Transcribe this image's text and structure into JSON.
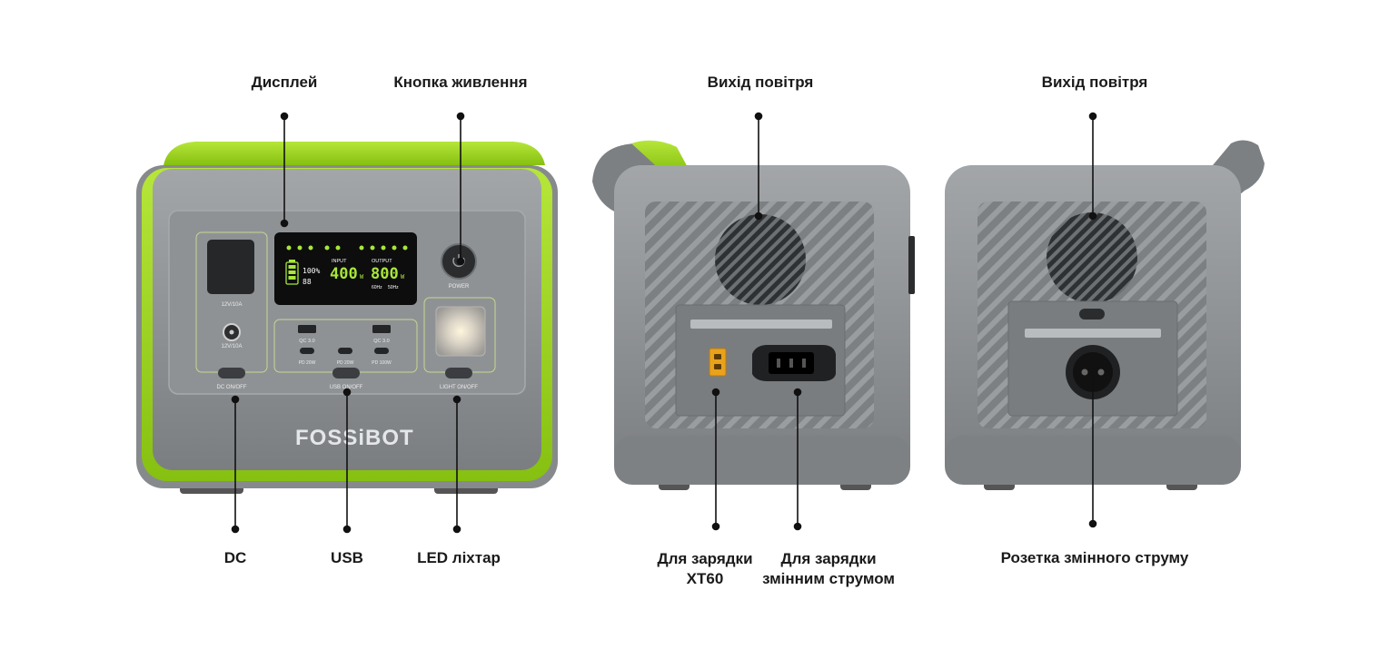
{
  "labels": {
    "display": "Дисплей",
    "power_button": "Кнопка живлення",
    "air_outlet_side": "Вихід повітря",
    "air_outlet_back": "Вихід повітря",
    "dc": "DC",
    "usb": "USB",
    "led_light": "LED ліхтар",
    "xt60_line1": "Для зарядки",
    "xt60_line2": "XT60",
    "ac_charge_line1": "Для зарядки",
    "ac_charge_line2": "змінним струмом",
    "ac_socket": "Розетка змінного струму"
  },
  "device": {
    "brand": "FOSSiBOT",
    "power_caption": "POWER",
    "dc_caption": "DC ON/OFF",
    "usb_caption": "USB ON/OFF",
    "light_caption": "LIGHT ON/OFF",
    "dc_port1": "12V/10A",
    "dc_port2": "12V/10A",
    "qc1": "QC 3.0",
    "qc2": "QC 3.0",
    "pd1": "PD 20W",
    "pd2": "PD 20W",
    "pd3": "PD 100W",
    "lcd_battery": "100%",
    "lcd_input_label": "INPUT",
    "lcd_output_label": "OUTPUT",
    "lcd_input_value": "400",
    "lcd_output_value": "800",
    "lcd_unit": "W",
    "lcd_freq1": "60Hz",
    "lcd_freq2": "50Hz",
    "lcd_small": "88"
  },
  "colors": {
    "accent_green": "#9bd21e",
    "body_gray": "#8c8f92",
    "dark_gray": "#5e6164",
    "lcd_bg": "#0d0d0d",
    "lcd_text": "#a8e63a"
  }
}
